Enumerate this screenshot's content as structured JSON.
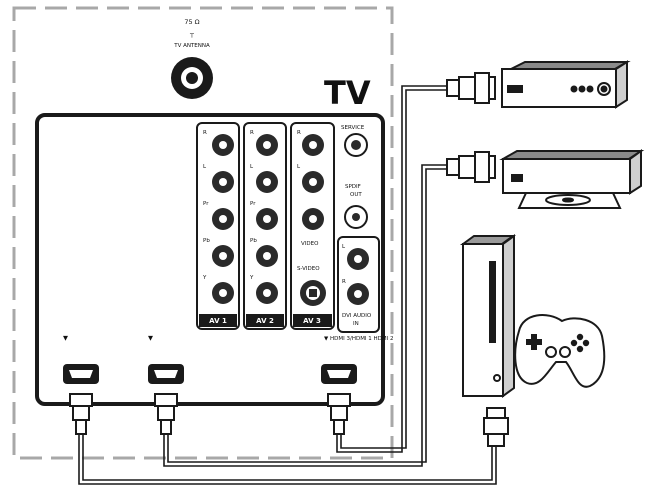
{
  "antenna": {
    "ohm": "75 Ω",
    "symbol": "┬",
    "label": "TV ANTENNA"
  },
  "tv_label": "TV",
  "groups": {
    "av1": {
      "label": "AV 1",
      "jacks": [
        "R",
        "L",
        "Pr",
        "Pb",
        "Y"
      ]
    },
    "av2": {
      "label": "AV 2",
      "jacks": [
        "R",
        "L",
        "Pr",
        "Pb",
        "Y"
      ]
    },
    "av3": {
      "label": "AV 3",
      "jacks": [
        "R",
        "L",
        "",
        "VIDEO",
        "S-VIDEO"
      ]
    }
  },
  "right_column": {
    "service": "SERVICE",
    "spdif": [
      "SPDIF",
      "OUT"
    ],
    "left_label": "L",
    "right_label": "R",
    "dvi_audio": [
      "DVI AUDIO",
      "IN"
    ]
  },
  "hdmi_strip": "▼ HDMI 3/HDMI 1 HDMI 2",
  "hdmi_markers": [
    "▼",
    "▼"
  ],
  "colors": {
    "line": "#1a1a1a",
    "panel": "#ffffff",
    "dash": "#a8a8a8",
    "jack_dark": "#2a2a2a"
  }
}
